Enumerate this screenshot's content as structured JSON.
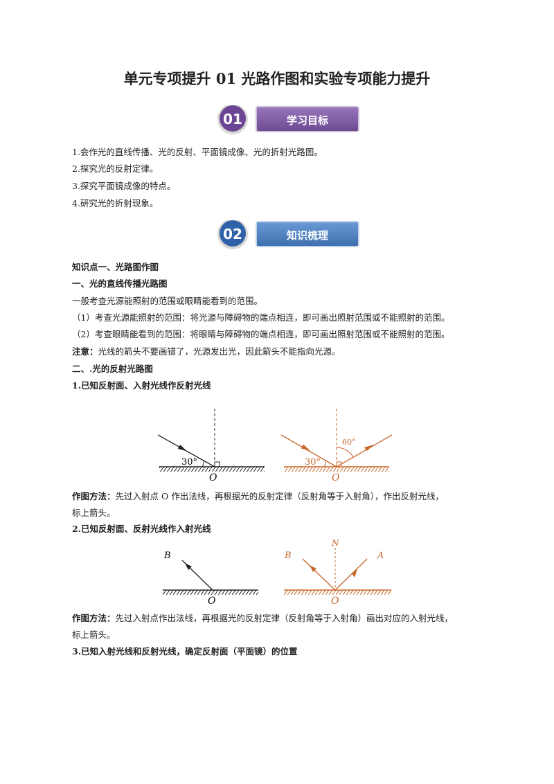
{
  "doc_title": "单元专项提升 01    光路作图和实验专项能力提升",
  "sections": [
    {
      "number": "01",
      "label": "学习目标",
      "color": "#7f5aa0",
      "num_color": "#5c3d80"
    },
    {
      "number": "02",
      "label": "知识梳理",
      "color": "#4a7cc0",
      "num_color": "#2f5f9e"
    }
  ],
  "objectives": [
    "1.会作光的直线传播、光的反射、平面镜成像、光的折射光路图。",
    "2.探究光的反射定律。",
    "3.探究平面镜成像的特点。",
    "4.研究光的折射现象。"
  ],
  "knowledge": {
    "point1": "知识点一、光路图作图",
    "sub1": "一、光的直线传播光路图",
    "p1": "一般考查光源能照射的范围或眼睛能看到的范围。",
    "p2": "（1）考查光源能照射的范围：将光源与障碍物的端点相连，即可画出照射范围或不能照射的范围。",
    "p3": "（2）考查眼睛能看到的范围：将眼睛与障碍物的端点相连，即可画出照射范围或不能照射的范围。",
    "note_label": "注意：",
    "note_text": "光线的箭头不要画错了，光源发出光，因此箭头不能指向光源。",
    "sub2": "二、.光的反射光路图",
    "case1": "1.已知反射面、入射光线作反射光线",
    "method_label": "作图方法：",
    "method1_a": "先过入射点 O 作出法线，再根据光的反射定律（反射角等于入射角），作出反射光线，",
    "method1_b": "标上箭头。",
    "case2": "2.已知反射面、反射光线作入射光线",
    "method2_a": "先过入射点作出法线，再根据光的反射定律（反射角等于入射角）画出对应的入射光线，",
    "method2_b": "标上箭头。",
    "case3": "3.已知入射光线和反射光线，确定反射面（平面镜）的位置"
  },
  "figures": {
    "angle_30": "30°",
    "angle_60": "60°",
    "point_o": "O",
    "point_b": "B",
    "point_a": "A",
    "point_n": "N",
    "orange": "#c8672a"
  }
}
